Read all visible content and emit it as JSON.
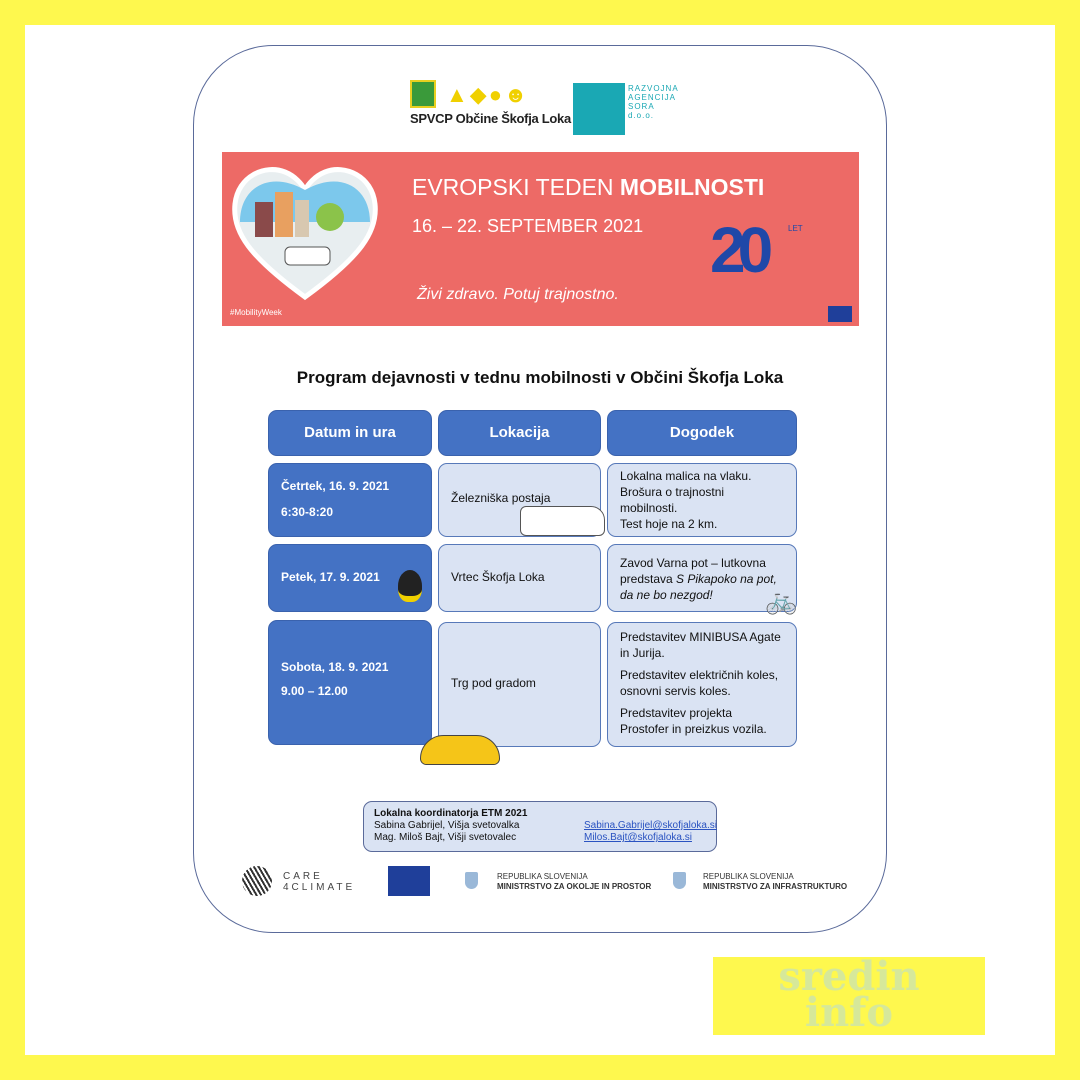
{
  "header": {
    "logo_left_text": "SPVCP Občine Škofja Loka",
    "logo_right_text": "RAZVOJNA AGENCIJA SORA d.o.o."
  },
  "banner": {
    "title_light": "EVROPSKI TEDEN ",
    "title_bold": "MOBILNOSTI",
    "dates": "16. – 22. SEPTEMBER 2021",
    "slogan": "Živi zdravo. Potuj trajnostno.",
    "hashtag": "#MobilityWeek",
    "anniversary": "20",
    "anniversary_label": "LET"
  },
  "title": "Program dejavnosti v tednu mobilnosti v Občini Škofja Loka",
  "table": {
    "headers": [
      "Datum in ura",
      "Lokacija",
      "Dogodek"
    ],
    "rows": [
      {
        "date": "Četrtek, 16. 9. 2021",
        "time": "6:30-8:20",
        "location": "Železniška postaja",
        "events": [
          "Lokalna malica na vlaku.",
          "Brošura o trajnostni mobilnosti.",
          "Test hoje na 2 km."
        ]
      },
      {
        "date": "Petek, 17. 9. 2021",
        "time": "",
        "location": "Vrtec Škofja Loka",
        "event_a": "Zavod Varna pot – lutkovna predstava ",
        "event_italic": "S Pikapoko na pot, da ne bo nezgod!"
      },
      {
        "date": "Sobota, 18. 9. 2021",
        "time": "9.00 – 12.00",
        "location": "Trg pod gradom",
        "events": [
          "Predstavitev MINIBUSA Agate in Jurija.",
          "Predstavitev električnih koles, osnovni servis koles.",
          "Predstavitev projekta Prostofer in preizkus vozila."
        ]
      }
    ]
  },
  "coordinators": {
    "title": "Lokalna koordinatorja ETM 2021",
    "people": [
      {
        "name": "Sabina Gabrijel, Višja svetovalka",
        "email": "Sabina.Gabrijel@skofjaloka.si"
      },
      {
        "name": "Mag. Miloš Bajt, Višji svetovalec",
        "email": "Milos.Bajt@skofjaloka.si"
      }
    ]
  },
  "footer": {
    "care": "CARE",
    "climate": "4CLIMATE",
    "rep1": "REPUBLIKA SLOVENIJA",
    "min1": "MINISTRSTVO ZA OKOLJE IN PROSTOR",
    "rep2": "REPUBLIKA SLOVENIJA",
    "min2": "MINISTRSTVO ZA INFRASTRUKTURO"
  },
  "watermark": {
    "line1": "sredin",
    "line2": "info"
  },
  "colors": {
    "yellow": "#fef84e",
    "banner": "#ed6a66",
    "blue": "#4472c4",
    "light": "#dae3f3"
  }
}
